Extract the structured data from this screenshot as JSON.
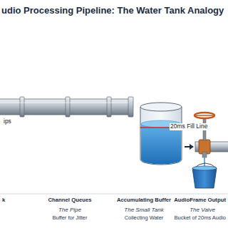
{
  "diagram": {
    "title": "udio Processing Pipeline: The Water Tank Analogy",
    "labels": [
      "ips",
      "20ms Fill Line",
      "k",
      "Channel Queues",
      "The Pipe",
      "Buffer for Jitter",
      "Accumulating Buffer",
      "The Small Tank",
      "Collecting Water",
      "AudioFrame Output",
      "The Valve",
      "Bucket of 20ms Audio"
    ]
  }
}
